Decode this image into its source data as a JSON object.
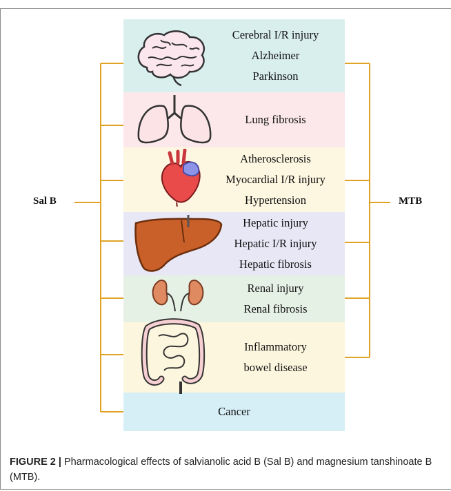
{
  "left_label": "Sal B",
  "right_label": "MTB",
  "bands": [
    {
      "icon": "brain-icon",
      "color": "#d9efee",
      "lines": [
        "Cerebral I/R injury",
        "Alzheimer",
        "Parkinson"
      ]
    },
    {
      "icon": "lungs-icon",
      "color": "#fce8ea",
      "lines": [
        "Lung fibrosis"
      ]
    },
    {
      "icon": "heart-icon",
      "color": "#fdf6e0",
      "lines": [
        "Atherosclerosis",
        "Myocardial I/R injury",
        "Hypertension"
      ]
    },
    {
      "icon": "liver-icon",
      "color": "#e8e7f6",
      "lines": [
        "Hepatic injury",
        "Hepatic I/R injury",
        "Hepatic fibrosis"
      ]
    },
    {
      "icon": "kidneys-icon",
      "color": "#e6f1e6",
      "lines": [
        "Renal injury",
        "Renal fibrosis"
      ]
    },
    {
      "icon": "intestine-icon",
      "color": "#fdf6de",
      "lines": [
        "Inflammatory",
        "bowel disease"
      ]
    },
    {
      "icon": "",
      "color": "#d6eff6",
      "lines": [
        "Cancer"
      ]
    }
  ],
  "caption": {
    "lead": "FIGURE 2 |",
    "text": " Pharmacological effects of salvianolic acid B (Sal B) and magnesium tanshinoate B (MTB)."
  },
  "bracket_color": "#e0a326"
}
